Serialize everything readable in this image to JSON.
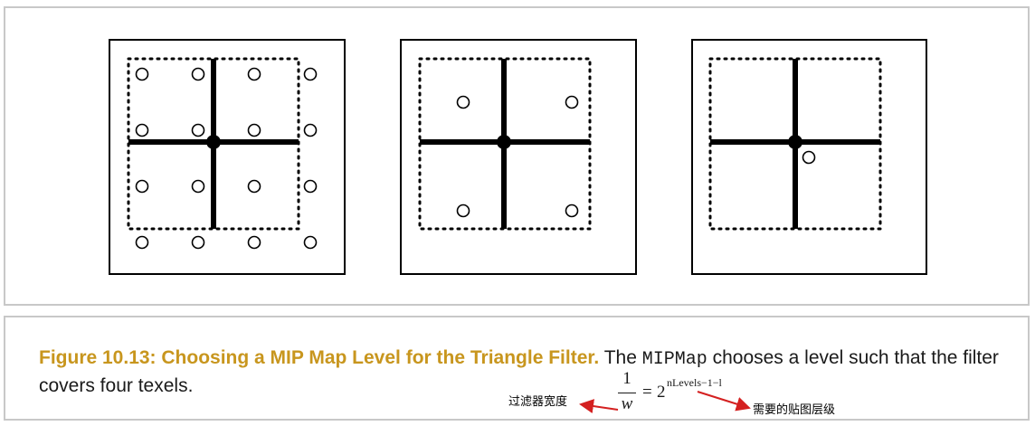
{
  "caption": {
    "figure_label": "Figure 10.13: Choosing a MIP Map Level for the Triangle Filter.",
    "text_before_code": " The ",
    "code_word": "MIPMap",
    "text_after_code": " chooses a level such that the filter covers four texels."
  },
  "formula": {
    "numerator": "1",
    "denominator": "w",
    "equals": "=",
    "base": "2",
    "exponent": "nLevels−1−l"
  },
  "annotations": {
    "left_label": "过滤器宽度",
    "right_label": "需要的贴图层级"
  },
  "colors": {
    "figure_label": "#c8961e",
    "annotation_arrow": "#d42020",
    "panel_border": "#c8c8c8",
    "ink": "#000000"
  },
  "diagram": {
    "panels": [
      {
        "texels": [
          [
            0,
            0
          ],
          [
            1,
            0
          ],
          [
            2,
            0
          ],
          [
            3,
            0
          ],
          [
            0,
            1
          ],
          [
            1,
            1
          ],
          [
            2,
            1
          ],
          [
            3,
            1
          ],
          [
            0,
            2
          ],
          [
            1,
            2
          ],
          [
            2,
            2
          ],
          [
            3,
            2
          ],
          [
            0,
            3
          ],
          [
            1,
            3
          ],
          [
            2,
            3
          ],
          [
            3,
            3
          ]
        ]
      },
      {
        "texels": [
          [
            0,
            0
          ],
          [
            1,
            0
          ],
          [
            0,
            1
          ],
          [
            1,
            1
          ]
        ]
      },
      {
        "texels": [
          [
            0,
            0
          ]
        ]
      }
    ]
  }
}
